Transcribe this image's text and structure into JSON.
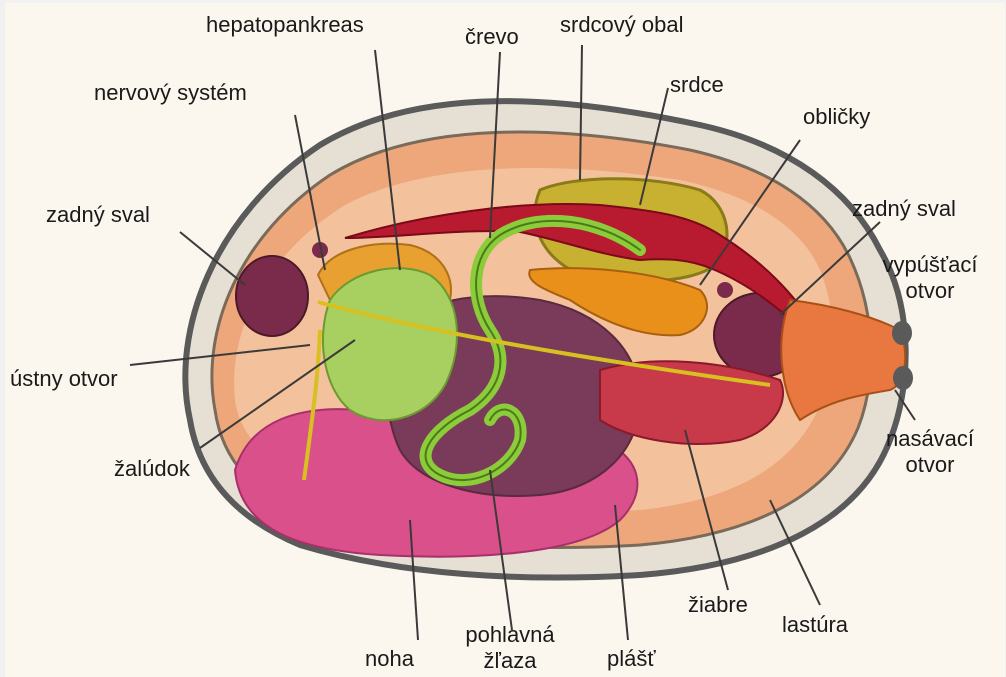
{
  "labels": {
    "hepatopankreas": "hepatopankreas",
    "crevo": "črevo",
    "srdcovy_obal": "srdcový obal",
    "srdce": "srdce",
    "nervovy_system": "nervový systém",
    "oblicky": "obličky",
    "zadny_sval_left": "zadný sval",
    "zadny_sval_right": "zadný sval",
    "vypustaci_otvor_line1": "vypúšťací",
    "vypustaci_otvor_line2": "otvor",
    "ustny_otvor": "ústny otvor",
    "zaludok": "žalúdok",
    "nasavaci_otvor_line1": "nasávací",
    "nasavaci_otvor_line2": "otvor",
    "ziabre": "žiabre",
    "lastura": "lastúra",
    "noha": "noha",
    "pohlavna_zlaza_line1": "pohlavná",
    "pohlavna_zlaza_line2": "žľaza",
    "plast": "plášť"
  },
  "colors": {
    "shell_outline": "#5a5a5a",
    "mantle": "#f0b48a",
    "foot": "#d9508a",
    "gonad": "#7a3a5a",
    "intestine": "#8ccc3a",
    "heart": "#b81a30",
    "pericardium": "#c8b030",
    "kidney": "#e8901a",
    "stomach": "#a8d060",
    "hepatopancreas": "#e8a030",
    "gills": "#c83a4a",
    "siphon": "#e87840",
    "nerve": "#d8c020"
  }
}
